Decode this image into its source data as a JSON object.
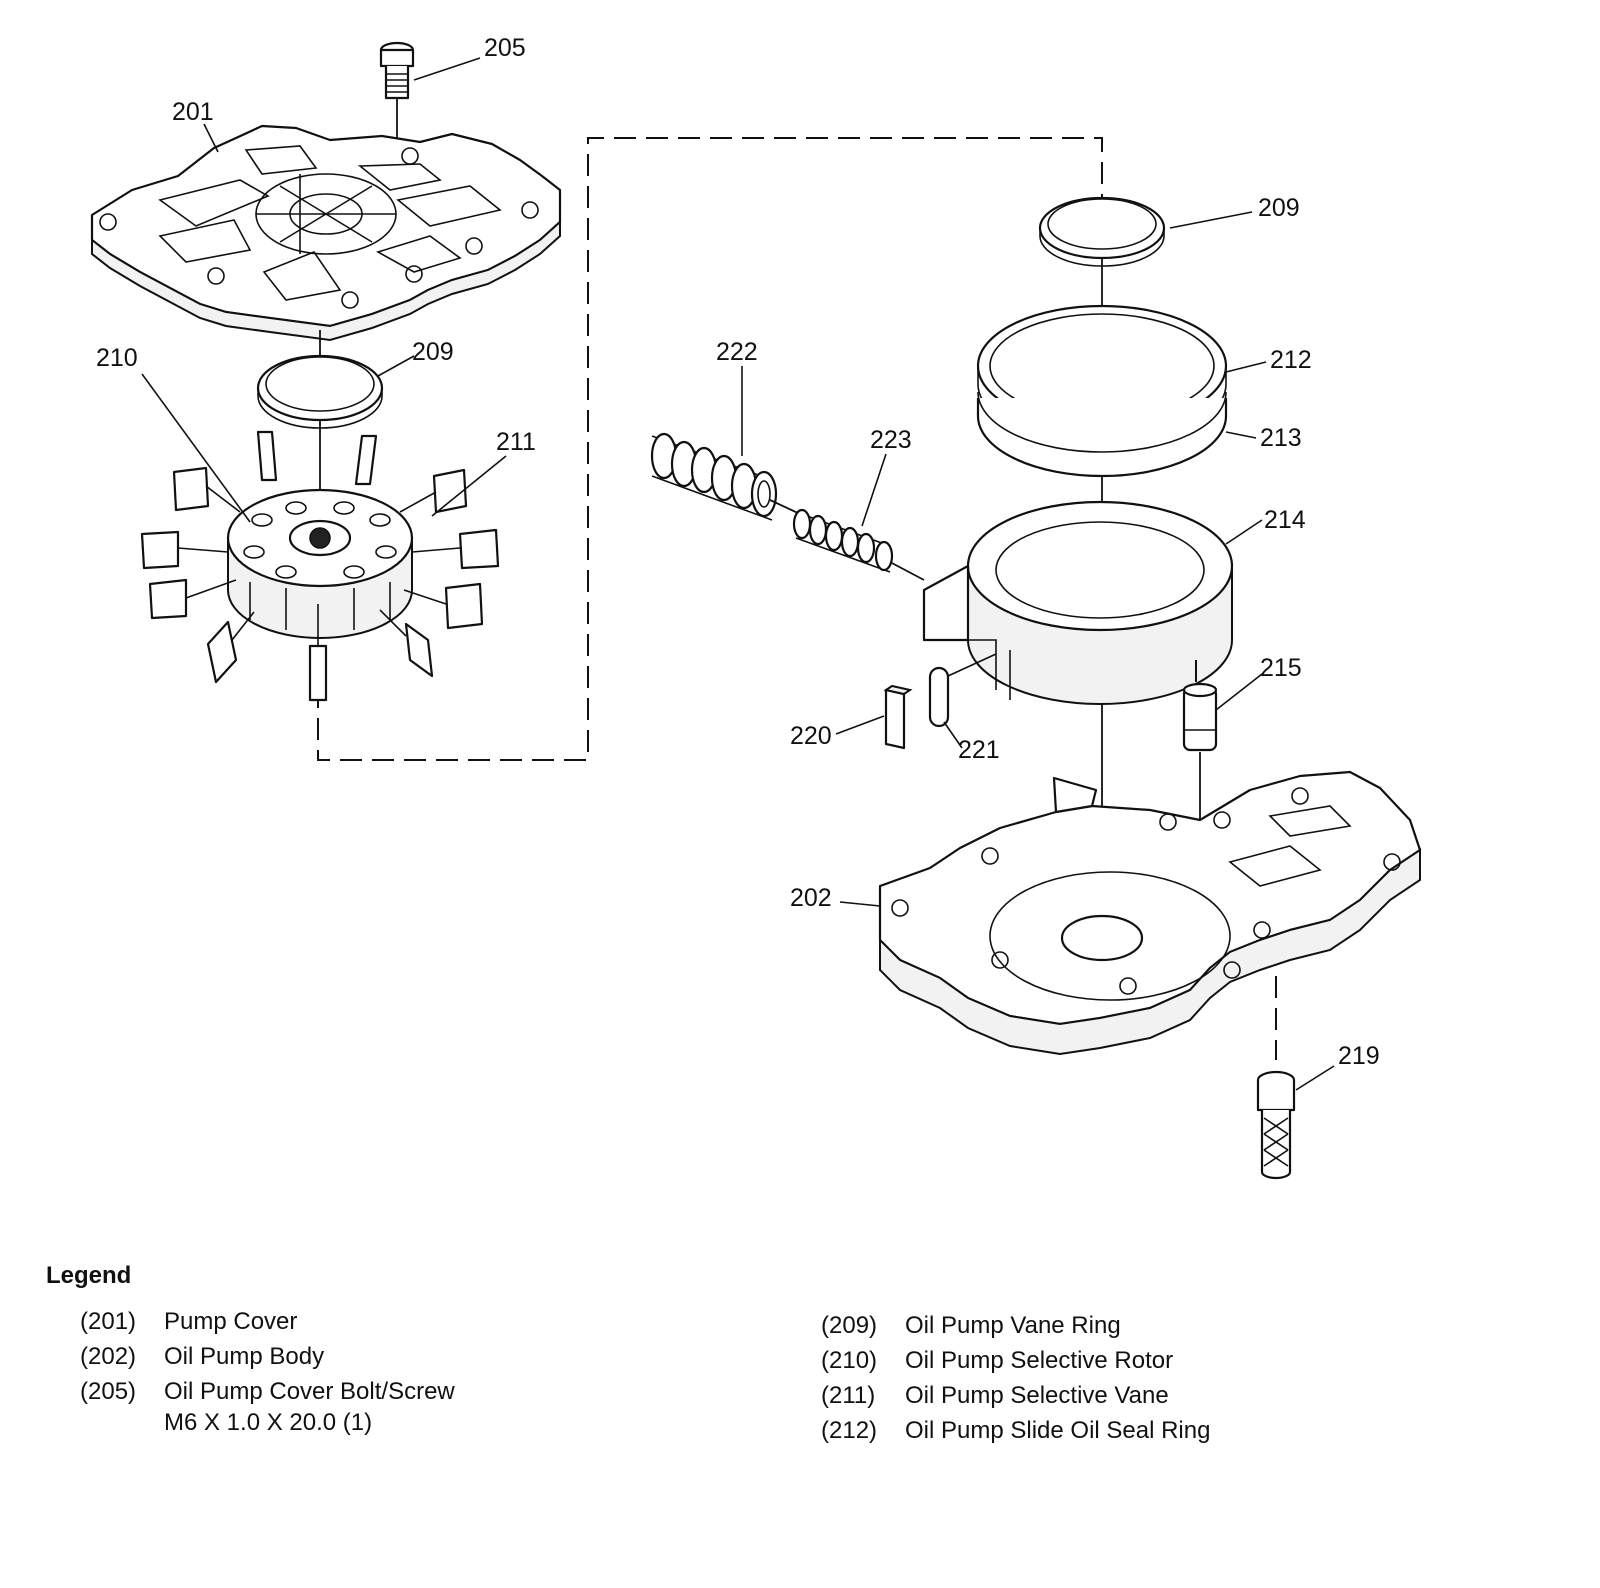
{
  "callouts": {
    "c205": "205",
    "c201": "201",
    "c210": "210",
    "c209_left": "209",
    "c211": "211",
    "c209_right": "209",
    "c222": "222",
    "c223": "223",
    "c212": "212",
    "c213": "213",
    "c214": "214",
    "c215": "215",
    "c220": "220",
    "c221": "221",
    "c202": "202",
    "c219": "219"
  },
  "legend": {
    "title": "Legend",
    "items": [
      {
        "num": "(201)",
        "desc": "Pump Cover"
      },
      {
        "num": "(202)",
        "desc": "Oil Pump Body"
      },
      {
        "num": "(205)",
        "desc": "Oil Pump Cover Bolt/Screw",
        "desc2": "M6 X 1.0 X 20.0 (1)"
      },
      {
        "num": "(209)",
        "desc": "Oil Pump Vane Ring"
      },
      {
        "num": "(210)",
        "desc": "Oil Pump Selective Rotor"
      },
      {
        "num": "(211)",
        "desc": "Oil Pump Selective Vane"
      },
      {
        "num": "(212)",
        "desc": "Oil Pump Slide Oil Seal Ring"
      }
    ]
  }
}
